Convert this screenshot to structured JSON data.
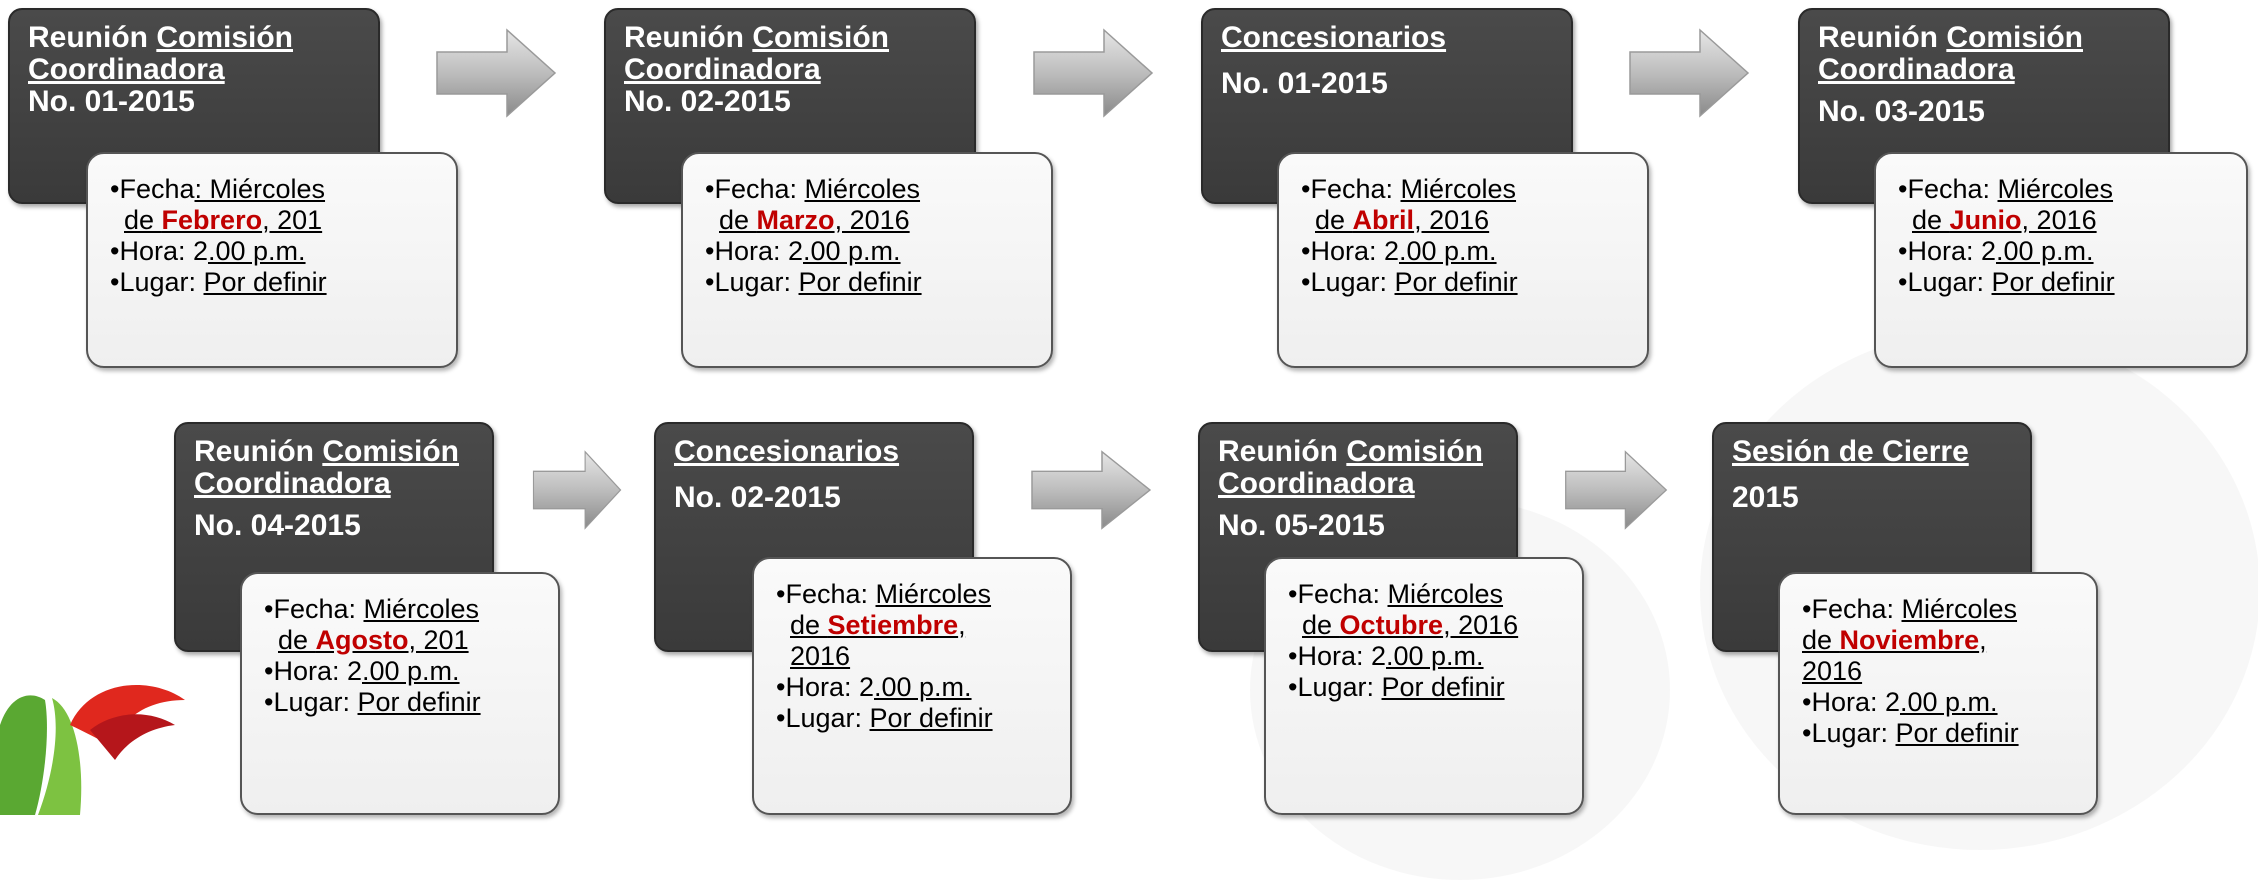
{
  "steps": [
    {
      "title_a": "Reunión ",
      "title_b": "Comisión",
      "title_c": "Coordinadora",
      "no": "No. 01-2015",
      "fecha_label": "•Fecha",
      "fecha_mid": ": Miércoles",
      "fecha_de": "de ",
      "month": "Febrero",
      "year": ", 201",
      "hora_label": "•Hora: 2",
      "hora_val": ".00 p.m.",
      "lugar_label": "•Lugar: ",
      "lugar_val": "Por definir"
    },
    {
      "title_a": "Reunión ",
      "title_b": "Comisión",
      "title_c": "Coordinadora",
      "no": "No. 02-2015",
      "fecha_label": "•Fecha: ",
      "fecha_mid": "Miércoles",
      "fecha_de": "de ",
      "month": "Marzo",
      "year": ", 2016",
      "hora_label": "•Hora: 2",
      "hora_val": ".00 p.m.",
      "lugar_label": "•Lugar: ",
      "lugar_val": "Por definir"
    },
    {
      "title_b": "Concesionarios",
      "no": "No. 01-2015",
      "fecha_label": "•Fecha: ",
      "fecha_mid": "Miércoles",
      "fecha_de": "de ",
      "month": "Abril",
      "year": ", 2016",
      "hora_label": "•Hora: 2",
      "hora_val": ".00 p.m.",
      "lugar_label": "•Lugar: ",
      "lugar_val": "Por definir"
    },
    {
      "title_a": "Reunión ",
      "title_b": "Comisión",
      "title_c": "Coordinadora",
      "no": "No. 03-2015",
      "fecha_label": "•Fecha: ",
      "fecha_mid": "Miércoles",
      "fecha_de": "de ",
      "month": "Junio",
      "year": ", 2016",
      "hora_label": "•Hora: 2",
      "hora_val": ".00 p.m.",
      "lugar_label": "•Lugar: ",
      "lugar_val": "Por definir"
    },
    {
      "title_a": "Reunión ",
      "title_b": "Comisión",
      "title_c": "Coordinadora",
      "no": "No. 04-2015",
      "fecha_label": "•Fecha: ",
      "fecha_mid": "Miércoles",
      "fecha_de": "de ",
      "month": "Agosto",
      "year": ", 201",
      "hora_label": "•Hora: 2",
      "hora_val": ".00 p.m.",
      "lugar_label": "•Lugar: ",
      "lugar_val": "Por definir"
    },
    {
      "title_b": "Concesionarios",
      "no": "No. 02-2015",
      "fecha_label": "•Fecha: ",
      "fecha_mid": "Miércoles",
      "fecha_de": "de ",
      "month": "Setiembre",
      "year": ",",
      "year2": "2016",
      "hora_label": "•Hora: 2",
      "hora_val": ".00 p.m.",
      "lugar_label": "•Lugar: ",
      "lugar_val": "Por definir"
    },
    {
      "title_a": "Reunión ",
      "title_b": "Comisión",
      "title_c": "Coordinadora",
      "no": "No. 05-2015",
      "fecha_label": "•Fecha: ",
      "fecha_mid": "Miércoles",
      "fecha_de": "de ",
      "month": "Octubre",
      "year": ", 2016",
      "hora_label": "•Hora: 2",
      "hora_val": ".00 p.m.",
      "lugar_label": "•Lugar: ",
      "lugar_val": "Por definir"
    },
    {
      "title_b": "Sesión de Cierre",
      "no": "2015",
      "fecha_label": "•Fecha: ",
      "fecha_mid": "Miércoles",
      "fecha_de": "de ",
      "month": "Noviembre",
      "year": ",",
      "year2": "2016",
      "hora_label": "•Hora: 2",
      "hora_val": ".00 p.m.",
      "lugar_label": "•Lugar: ",
      "lugar_val": "Por definir"
    }
  ],
  "colors": {
    "month": "#c00000",
    "dark_box": "#3f3f3f",
    "arrow": "#a6a6a6"
  }
}
